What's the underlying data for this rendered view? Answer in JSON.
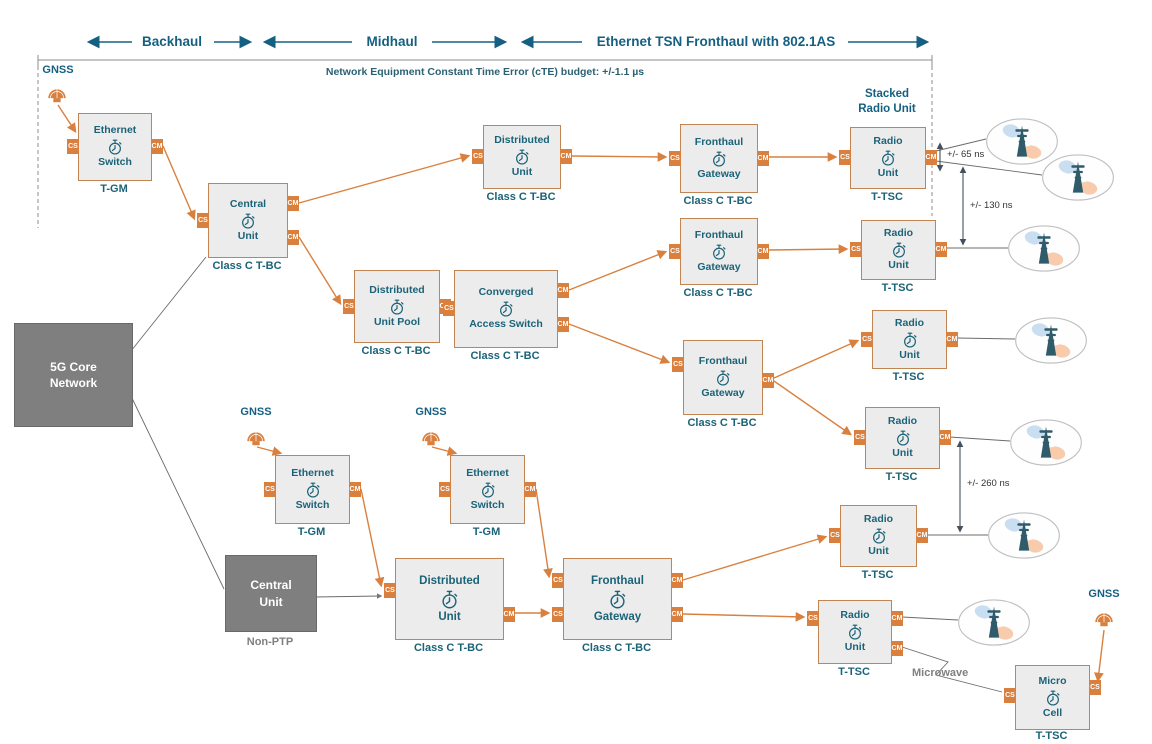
{
  "header": {
    "backhaul": "Backhaul",
    "midhaul": "Midhaul",
    "fronthaul": "Ethernet TSN Fronthaul with 802.1AS",
    "budget": "Network Equipment Constant Time Error (cTE) budget: +/-1.1 µs"
  },
  "ports": {
    "cs": "CS",
    "cm": "CM"
  },
  "gnss_label": "GNSS",
  "core_box": {
    "line1": "5G Core",
    "line2": "Network"
  },
  "non_ptp_box": {
    "line1": "Central",
    "line2": "Unit",
    "caption": "Non-PTP"
  },
  "nodes": [
    {
      "id": "ethernet-switch-1",
      "line1": "Ethernet",
      "line2": "Switch",
      "caption": "T-GM"
    },
    {
      "id": "central-unit",
      "line1": "Central",
      "line2": "Unit",
      "caption": "Class C T-BC"
    },
    {
      "id": "distributed-unit-1",
      "line1": "Distributed",
      "line2": "Unit",
      "caption": "Class C T-BC"
    },
    {
      "id": "fronthaul-gateway-1",
      "line1": "Fronthaul",
      "line2": "Gateway",
      "caption": "Class C T-BC"
    },
    {
      "id": "radio-unit-1",
      "line1": "Radio",
      "line2": "Unit",
      "caption": "T-TSC"
    },
    {
      "id": "fronthaul-gateway-2",
      "line1": "Fronthaul",
      "line2": "Gateway",
      "caption": "Class C T-BC"
    },
    {
      "id": "radio-unit-2",
      "line1": "Radio",
      "line2": "Unit",
      "caption": "T-TSC"
    },
    {
      "id": "distributed-unit-pool",
      "line1": "Distributed",
      "line2": "Unit Pool",
      "caption": "Class C T-BC"
    },
    {
      "id": "converged-access-switch",
      "line1": "Converged",
      "line2": "Access Switch",
      "caption": "Class C T-BC"
    },
    {
      "id": "fronthaul-gateway-3",
      "line1": "Fronthaul",
      "line2": "Gateway",
      "caption": "Class C T-BC"
    },
    {
      "id": "radio-unit-3",
      "line1": "Radio",
      "line2": "Unit",
      "caption": "T-TSC"
    },
    {
      "id": "radio-unit-4",
      "line1": "Radio",
      "line2": "Unit",
      "caption": "T-TSC"
    },
    {
      "id": "ethernet-switch-2",
      "line1": "Ethernet",
      "line2": "Switch",
      "caption": "T-GM"
    },
    {
      "id": "ethernet-switch-3",
      "line1": "Ethernet",
      "line2": "Switch",
      "caption": "T-GM"
    },
    {
      "id": "distributed-unit-2",
      "line1": "Distributed",
      "line2": "Unit",
      "caption": "Class C T-BC"
    },
    {
      "id": "fronthaul-gateway-4",
      "line1": "Fronthaul",
      "line2": "Gateway",
      "caption": "Class C T-BC"
    },
    {
      "id": "radio-unit-5",
      "line1": "Radio",
      "line2": "Unit",
      "caption": "T-TSC"
    },
    {
      "id": "radio-unit-6",
      "line1": "Radio",
      "line2": "Unit",
      "caption": "T-TSC"
    },
    {
      "id": "micro-cell",
      "line1": "Micro",
      "line2": "Cell",
      "caption": "T-TSC"
    }
  ],
  "annotations": {
    "stacked_line1": "Stacked",
    "stacked_line2": "Radio Unit",
    "tol_65": "+/- 65 ns",
    "tol_130": "+/- 130 ns",
    "tol_260": "+/- 260 ns",
    "microwave": "Microwave"
  },
  "colors": {
    "teal_text": "#156082",
    "node_text": "#1B6378",
    "orange": "#D9803F",
    "box_fill": "#ECECEC",
    "box_border": "#C08552",
    "gray_box": "#7F7F7F",
    "beam_blue": "#C9DEF0",
    "beam_orange": "#F8CBAD"
  }
}
